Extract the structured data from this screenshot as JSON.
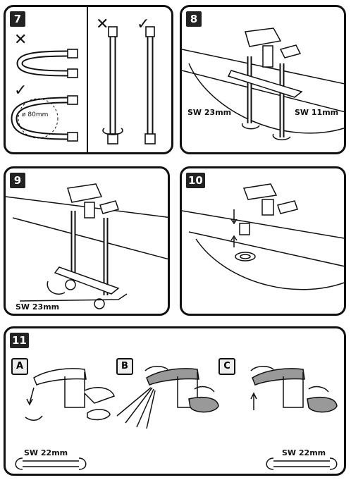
{
  "steps": [
    {
      "number": "7",
      "marks": {
        "wrong": "✕",
        "right": "✓"
      },
      "bend_label": "ø 80mm"
    },
    {
      "number": "8",
      "labels": [
        "SW 23mm",
        "SW 11mm"
      ]
    },
    {
      "number": "9",
      "labels": [
        "SW 23mm"
      ]
    },
    {
      "number": "10"
    },
    {
      "number": "11",
      "sub_steps": [
        "A",
        "B",
        "C"
      ],
      "labels": [
        "SW 22mm",
        "SW 22mm"
      ]
    }
  ],
  "icons": [
    "cross-icon",
    "check-icon",
    "rotate-arrow-icon",
    "wrench-icon",
    "hose-icon",
    "faucet-icon"
  ]
}
